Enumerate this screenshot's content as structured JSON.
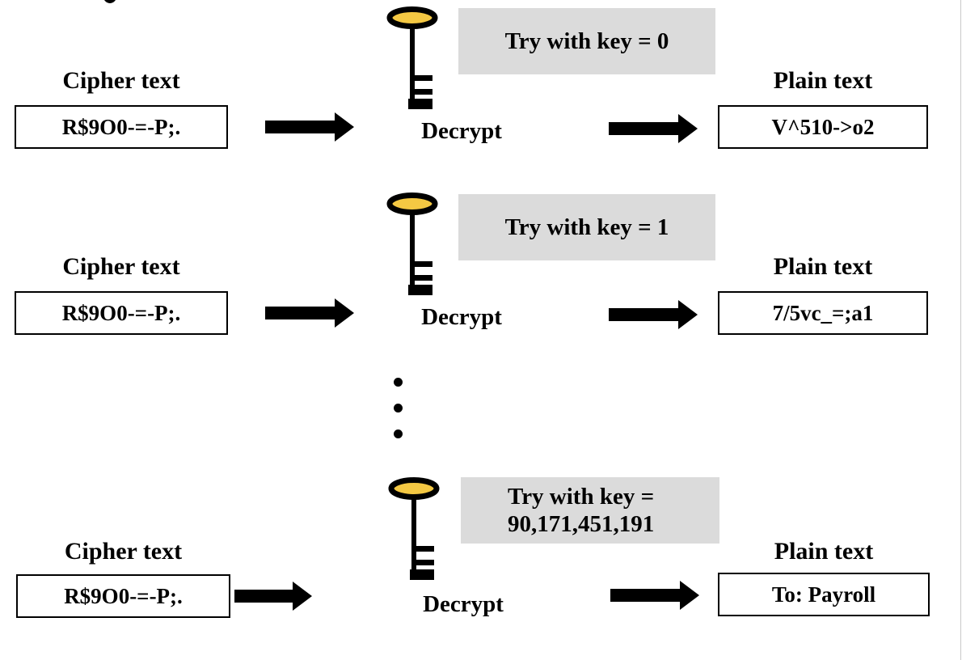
{
  "labels": {
    "cipher_text": "Cipher text",
    "plain_text": "Plain text",
    "decrypt": "Decrypt"
  },
  "rows": [
    {
      "try_key": "Try with key = 0",
      "cipher": "R$9O0-=-P;.",
      "plain": "V^510->o2"
    },
    {
      "try_key": "Try with key = 1",
      "cipher": "R$9O0-=-P;.",
      "plain": "7/5vc_=;a1"
    },
    {
      "try_key": "Try with key =",
      "try_key_line2": "90,171,451,191",
      "cipher": "R$9O0-=-P;.",
      "plain": "To: Payroll"
    }
  ],
  "colors": {
    "key_gold": "#F4C843",
    "try_box_gray": "#DBDBDB",
    "diagram_black": "#000000",
    "edge_line_gray": "#C9C9C9"
  }
}
